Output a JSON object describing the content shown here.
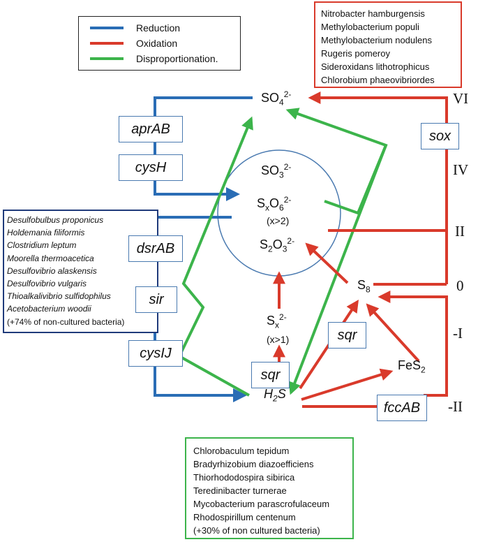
{
  "legend": {
    "items": [
      {
        "label": "Reduction",
        "color": "#2a6db5"
      },
      {
        "label": "Oxidation",
        "color": "#d93a2b"
      },
      {
        "label": "Disproportionation.",
        "color": "#3cb44b"
      }
    ]
  },
  "oxidizers": [
    "Nitrobacter hamburgensis",
    "Methylobacterium populi",
    "Methylobacterium nodulens",
    "Rugeris pomeroy",
    "Sideroxidans lithotrophicus",
    "Chlorobium phaeovibriordes"
  ],
  "reducers": [
    "Desulfobulbus proponicus",
    "Holdemania filiformis",
    "Clostridium leptum",
    "Moorella thermoacetica",
    "Desulfovibrio alaskensis",
    "Desulfovibrio vulgaris",
    "Thioalkalivibrio sulfidophilus",
    "Acetobacterium woodii",
    "(+74% of non-cultured bacteria)"
  ],
  "disproportionators": [
    "Chlorobaculum tepidum",
    "Bradyrhizobium diazoefficiens",
    "Thiorhododospira sibirica",
    "Teredinibacter turnerae",
    "Mycobacterium parascrofulaceum",
    "Rhodospirillum centenum",
    "(+30% of non cultured bacteria)"
  ],
  "genes": {
    "aprAB": "aprAB",
    "cysH": "cysH",
    "dsrAB": "dsrAB",
    "sir": "sir",
    "cysIJ": "cysIJ",
    "sqr_left": "sqr",
    "sqr_right": "sqr",
    "sox": "sox",
    "fccAB": "fccAB"
  },
  "compounds": {
    "so4": {
      "base": "SO",
      "sub": "4",
      "sup": "2-"
    },
    "so3": {
      "base": "SO",
      "sub": "3",
      "sup": "2-"
    },
    "sxo6": {
      "base1": "S",
      "sub1": "x",
      "base2": "O",
      "sub2": "6",
      "sup": "2-"
    },
    "sxo6_note": "(x>2)",
    "s2o3": {
      "base1": "S",
      "sub1": "2",
      "base2": "O",
      "sub2": "3",
      "sup": "2-"
    },
    "s8": {
      "base": "S",
      "sub": "8"
    },
    "sx": {
      "base": "S",
      "sub": "x",
      "sup": "2-"
    },
    "sx_note": "(x>1)",
    "h2s": {
      "base1": "H",
      "sub": "2",
      "base2": "S"
    },
    "fes2": {
      "base": "FeS",
      "sub": "2"
    }
  },
  "oxidation_states": [
    "VI",
    "IV",
    "II",
    "0",
    "-I",
    "-II"
  ]
}
